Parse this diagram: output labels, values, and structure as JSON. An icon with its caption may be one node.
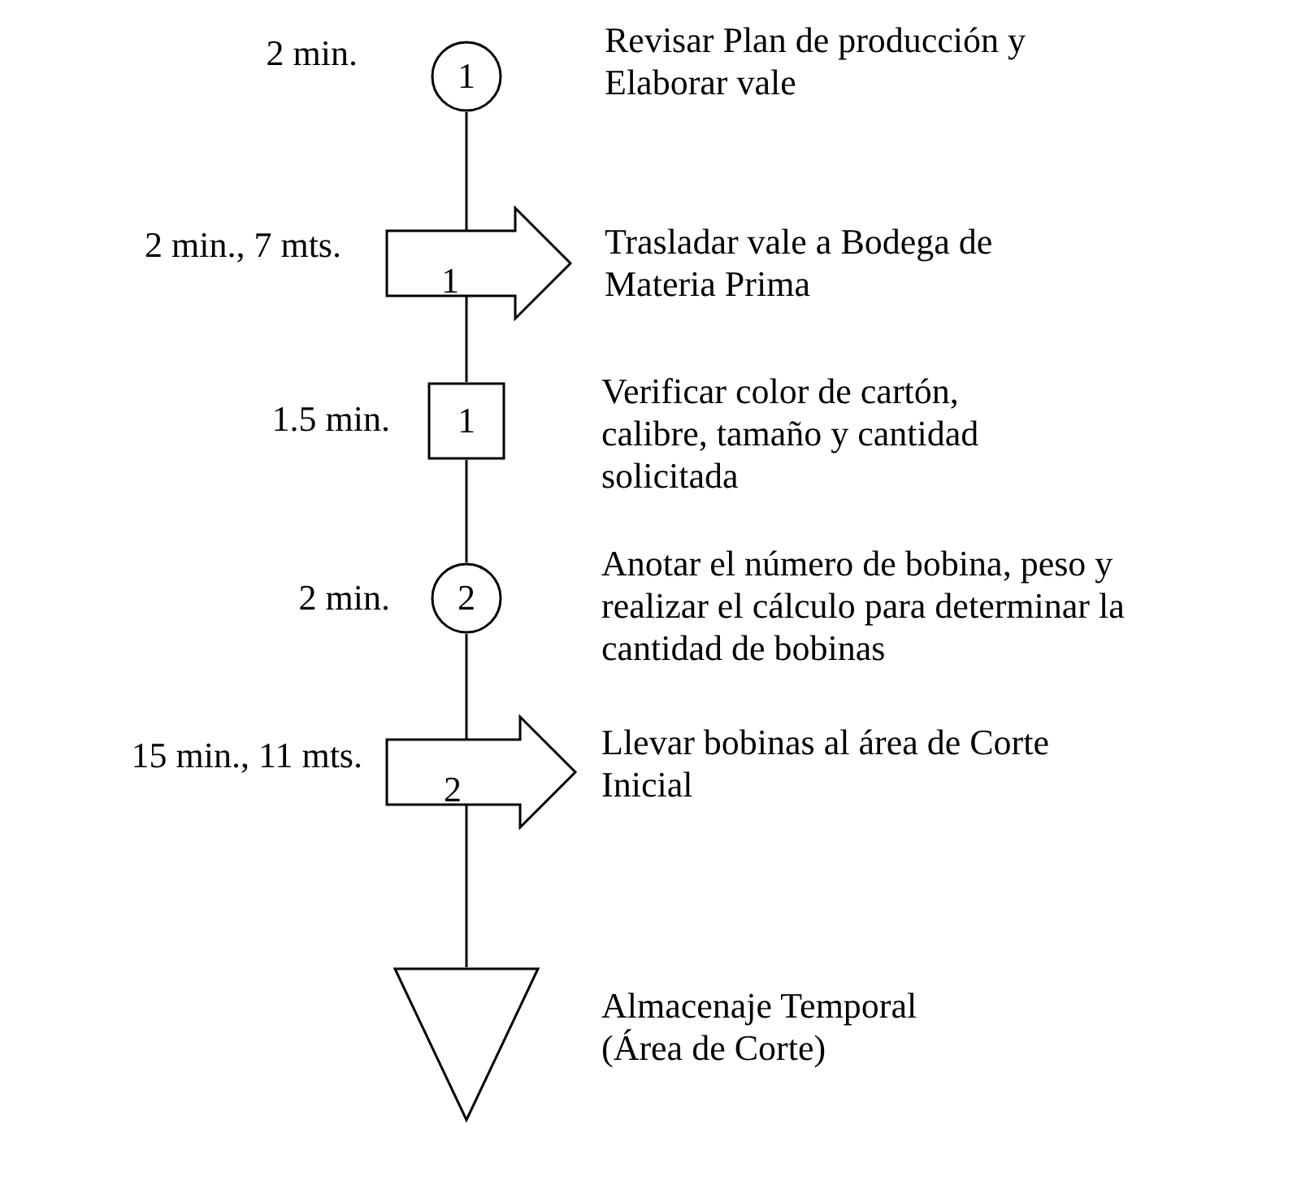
{
  "diagram": {
    "nodes": [
      {
        "text": [
          "1"
        ],
        "beside": [
          "2 min.",
          "Revisar Plan de producción y Elaborar vale"
        ]
      },
      {
        "text": [
          "1"
        ],
        "beside": [
          "2 min., 7 mts.",
          "Trasladar vale a Bodega de Materia Prima"
        ]
      },
      {
        "text": [
          "1"
        ],
        "beside": [
          "1.5 min.",
          "Verificar color de cartón, calibre, tamaño y cantidad solicitada"
        ]
      },
      {
        "text": [
          "2"
        ],
        "beside": [
          "2 min.",
          "Anotar el número de bobina, peso y realizar el cálculo para determinar la cantidad de bobinas"
        ]
      },
      {
        "text": [
          "2"
        ],
        "beside": [
          "15 min., 11 mts.",
          "Llevar bobinas al área de Corte Inicial"
        ]
      },
      {
        "text": [],
        "shape": "triangle",
        "beside": [
          "Almacenaje Temporal (Área de Corte)"
        ]
      }
    ],
    "edges": [
      {
        "from": 0,
        "to": 1,
        "arrow": "none"
      },
      {
        "from": 1,
        "to": 2,
        "arrow": "none"
      },
      {
        "from": 2,
        "to": 3,
        "arrow": "none"
      },
      {
        "from": 3,
        "to": 4,
        "arrow": "none"
      },
      {
        "from": 4,
        "to": 5,
        "arrow": "none"
      }
    ]
  }
}
